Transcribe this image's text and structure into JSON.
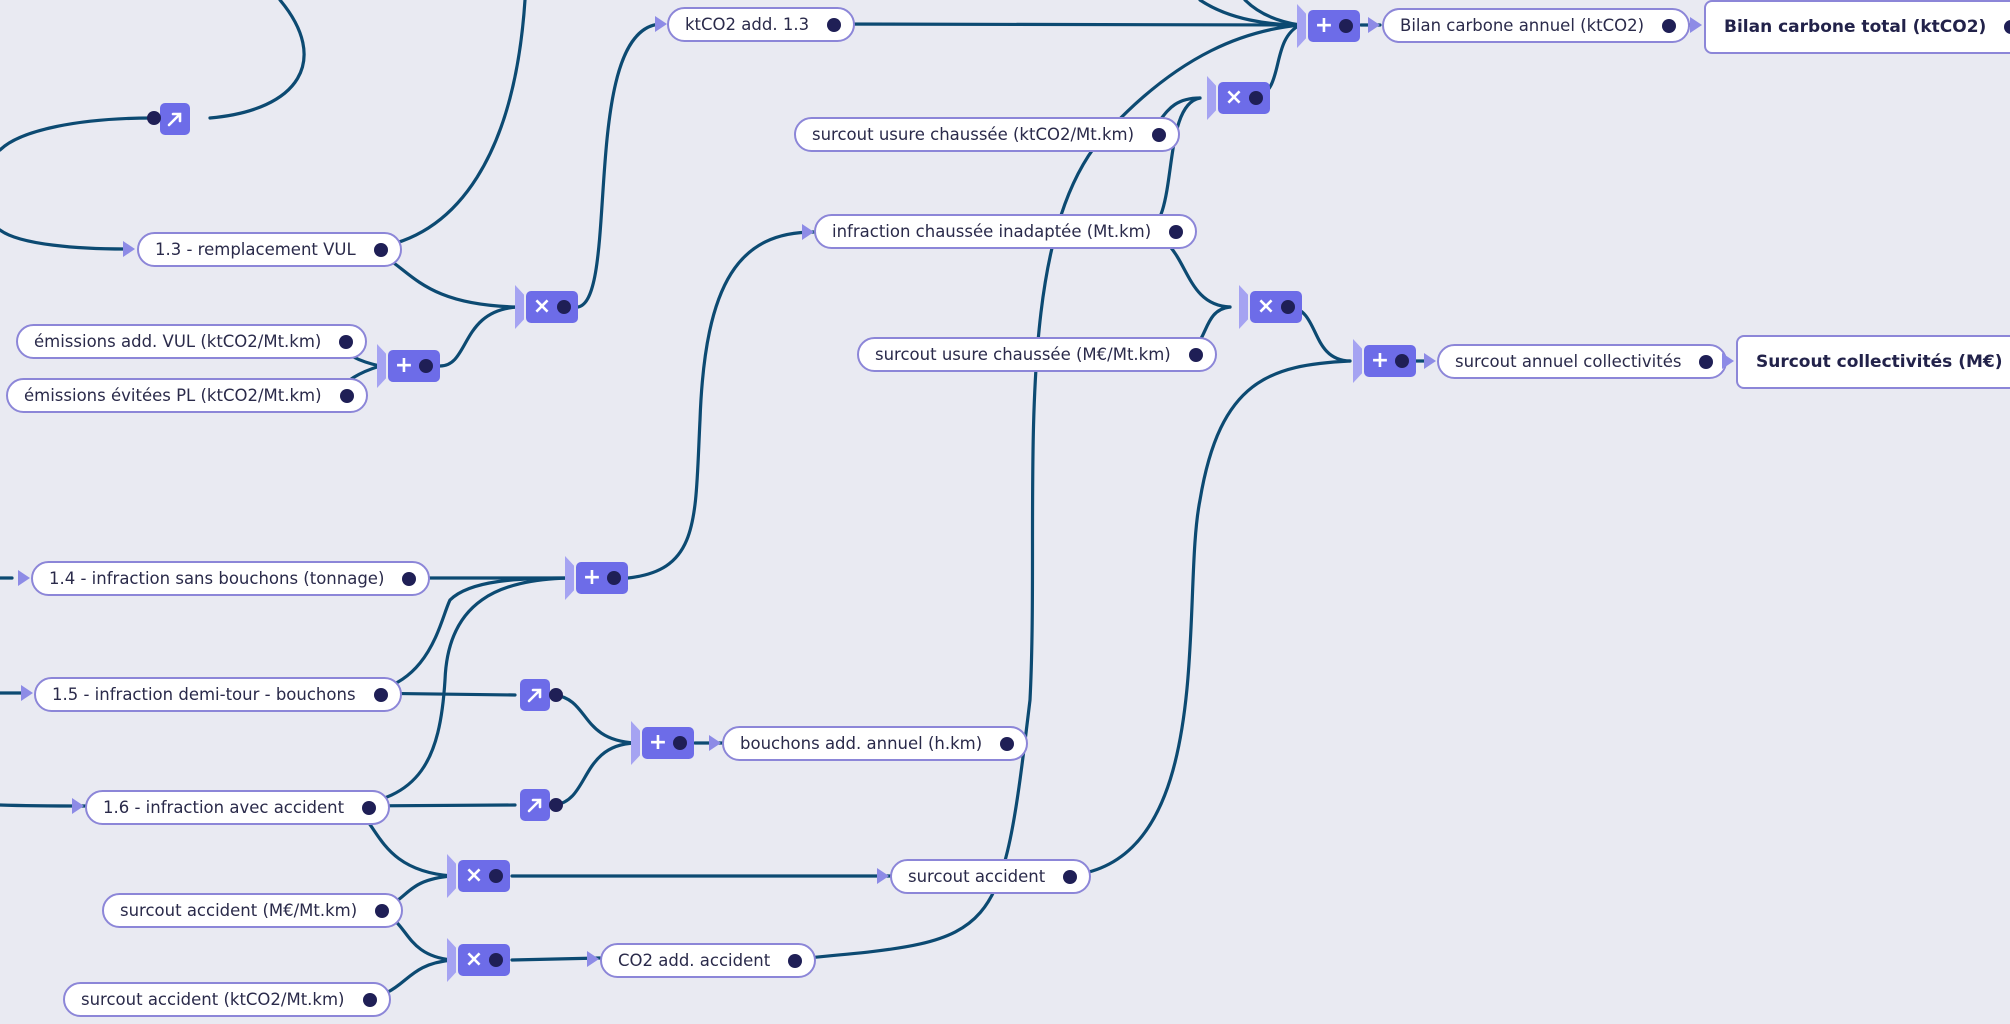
{
  "nodes": {
    "ktco2_add_13": "ktCO2 add. 1.3",
    "bilan_carbone_annuel": "Bilan carbone annuel (ktCO2)",
    "bilan_carbone_total": "Bilan carbone total (ktCO2)",
    "surcout_usure_ktco2": "surcout usure chaussée (ktCO2/Mt.km)",
    "infraction_chaussee": "infraction chaussée inadaptée (Mt.km)",
    "surcout_usure_meur": "surcout usure chaussée (M€/Mt.km)",
    "surcout_annuel_collectivites": "surcout annuel collectivités",
    "surcout_collectivites": "Surcout collectivités (M€)",
    "remplacement_vul": "1.3 - remplacement VUL",
    "emissions_add_vul": "émissions add. VUL (ktCO2/Mt.km)",
    "emissions_evitees_pl": "émissions évitées PL (ktCO2/Mt.km)",
    "infraction_sans_bouchons": "1.4 - infraction sans bouchons (tonnage)",
    "infraction_demi_tour": "1.5 - infraction demi-tour - bouchons",
    "infraction_accident": "1.6 - infraction avec accident",
    "bouchons_add_annuel": "bouchons add. annuel (h.km)",
    "surcout_accident_meur": "surcout accident (M€/Mt.km)",
    "surcout_accident_ktco2": "surcout accident (ktCO2/Mt.km)",
    "surcout_accident": "surcout accident",
    "co2_add_accident": "CO2 add. accident"
  },
  "operators": {
    "add": "+",
    "multiply": "×"
  },
  "colors": {
    "background": "#e9eaf2",
    "edge": "#0c4a72",
    "operator": "#6d6ce8",
    "node_border": "#8c86d8",
    "port": "#1f1f56"
  }
}
